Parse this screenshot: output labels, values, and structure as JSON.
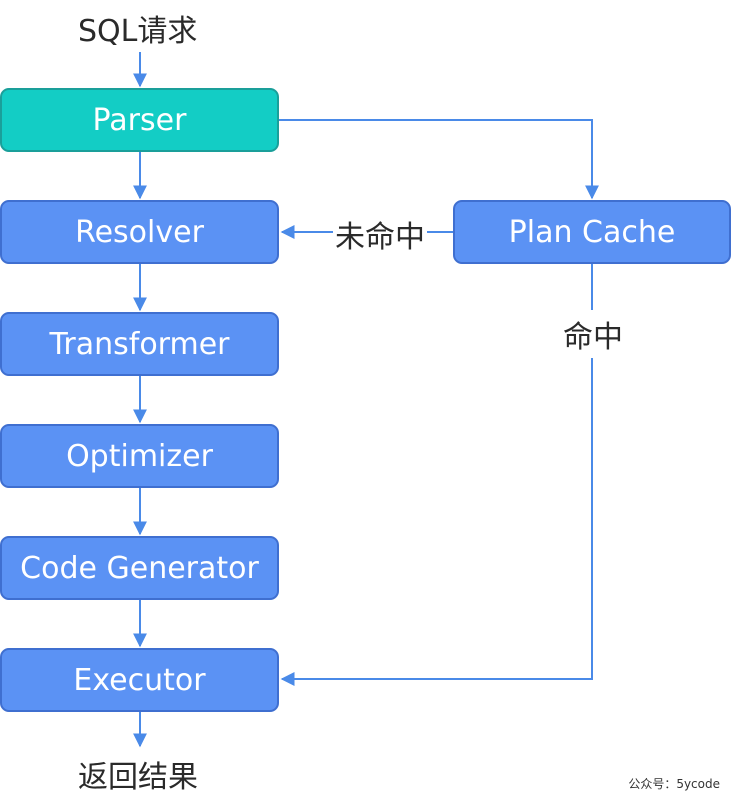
{
  "diagram": {
    "start_label": "SQL请求",
    "end_label": "返回结果",
    "nodes": {
      "parser": "Parser",
      "resolver": "Resolver",
      "transformer": "Transformer",
      "optimizer": "Optimizer",
      "code_generator": "Code Generator",
      "executor": "Executor",
      "plan_cache": "Plan Cache"
    },
    "edge_labels": {
      "miss": "未命中",
      "hit": "命中"
    },
    "colors": {
      "parser_fill": "#13cdc5",
      "node_fill": "#5b92f4",
      "connector": "#4a8ae8"
    }
  },
  "watermark": "公众号：5ycode"
}
